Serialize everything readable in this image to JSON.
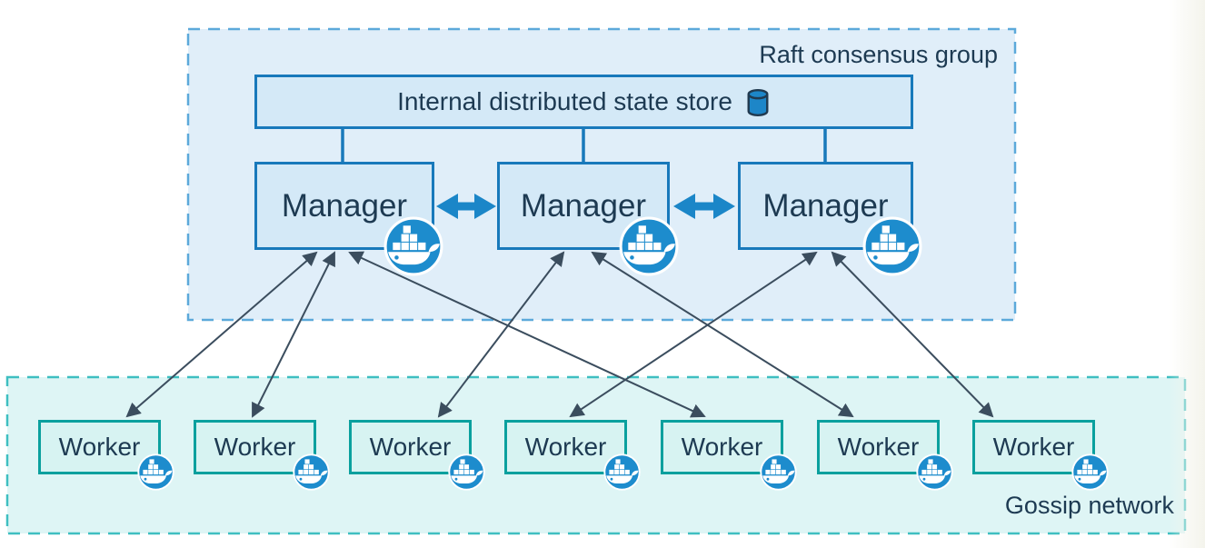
{
  "raft_group": {
    "label": "Raft consensus group"
  },
  "gossip_network": {
    "label": "Gossip network"
  },
  "state_store": {
    "label": "Internal distributed state store",
    "icon": "database-icon"
  },
  "managers": [
    {
      "label": "Manager",
      "icon": "docker-icon"
    },
    {
      "label": "Manager",
      "icon": "docker-icon"
    },
    {
      "label": "Manager",
      "icon": "docker-icon"
    }
  ],
  "workers": [
    {
      "label": "Worker",
      "icon": "docker-icon"
    },
    {
      "label": "Worker",
      "icon": "docker-icon"
    },
    {
      "label": "Worker",
      "icon": "docker-icon"
    },
    {
      "label": "Worker",
      "icon": "docker-icon"
    },
    {
      "label": "Worker",
      "icon": "docker-icon"
    },
    {
      "label": "Worker",
      "icon": "docker-icon"
    },
    {
      "label": "Worker",
      "icon": "docker-icon"
    }
  ],
  "connections": {
    "state_store_to_managers": [
      1,
      2,
      3
    ],
    "manager_peer_links": [
      [
        1,
        2
      ],
      [
        2,
        3
      ]
    ],
    "manager_worker_links": [
      [
        1,
        1
      ],
      [
        1,
        2
      ],
      [
        1,
        5
      ],
      [
        2,
        3
      ],
      [
        2,
        6
      ],
      [
        3,
        4
      ],
      [
        3,
        7
      ]
    ]
  },
  "colors": {
    "raft_fill": "#e0eef9",
    "raft_border": "#5ca9da",
    "gossip_fill": "#def5f5",
    "gossip_border": "#3fbfc1",
    "blue_node_fill": "#d4e9f7",
    "blue_node_border": "#1879bb",
    "worker_fill": "#d7f3f2",
    "worker_border": "#0aa09e",
    "docker_badge": "#1d8ccd",
    "thick_arrow": "#1b86c8",
    "thin_arrow": "#3b4d5e",
    "text": "#1d3a52"
  }
}
